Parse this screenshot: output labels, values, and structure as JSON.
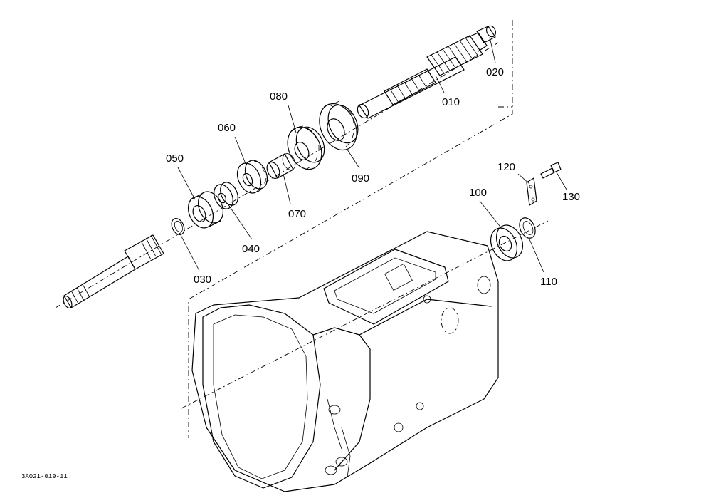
{
  "parts": [
    {
      "id": "p010",
      "label": "010"
    },
    {
      "id": "p020",
      "label": "020"
    },
    {
      "id": "p030",
      "label": "030"
    },
    {
      "id": "p040",
      "label": "040"
    },
    {
      "id": "p050",
      "label": "050"
    },
    {
      "id": "p060",
      "label": "060"
    },
    {
      "id": "p070",
      "label": "070"
    },
    {
      "id": "p080",
      "label": "080"
    },
    {
      "id": "p090",
      "label": "090"
    },
    {
      "id": "p100",
      "label": "100"
    },
    {
      "id": "p110",
      "label": "110"
    },
    {
      "id": "p120",
      "label": "120"
    },
    {
      "id": "p130",
      "label": "130"
    }
  ],
  "drawing_code": "3A021-019-11"
}
